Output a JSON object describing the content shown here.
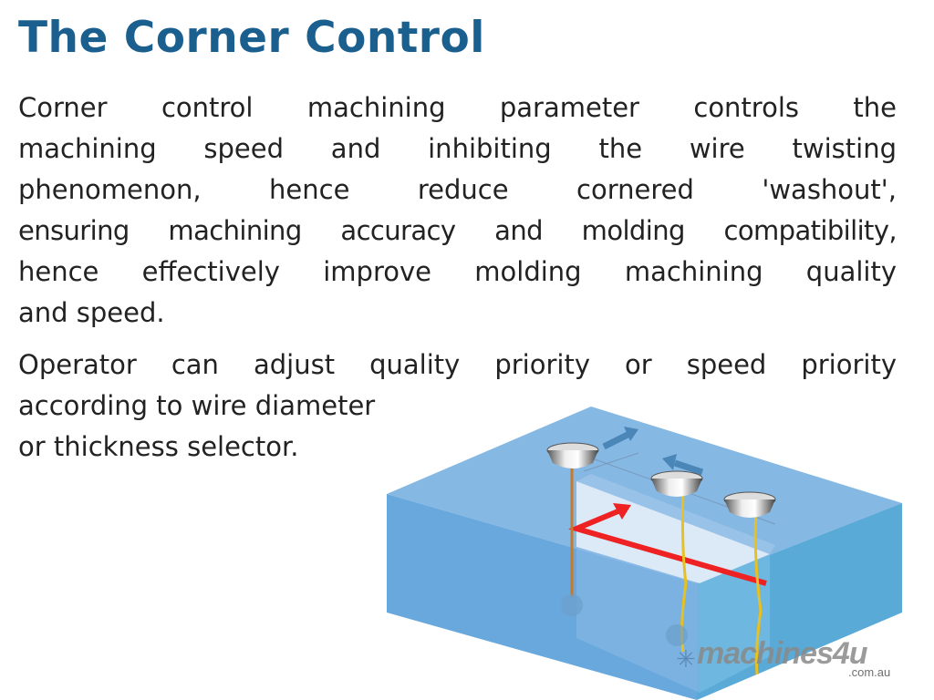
{
  "title": "The Corner Control",
  "paragraph1": [
    "Corner control machining parameter controls the",
    "machining speed and inhibiting the wire twisting",
    "phenomenon, hence reduce cornered 'washout',",
    "ensuring machining accuracy and molding compatibility,",
    "hence effectively improve molding machining quality",
    "and speed."
  ],
  "paragraph2": [
    "Operator can adjust quality priority or speed priority",
    "according to wire diameter",
    "or thickness selector."
  ],
  "watermark": {
    "brand": "machines4u",
    "domain": ".com.au"
  },
  "colors": {
    "title": "#1b5f8f",
    "block": "#6aaee0",
    "cut_path": "#ee2222"
  }
}
